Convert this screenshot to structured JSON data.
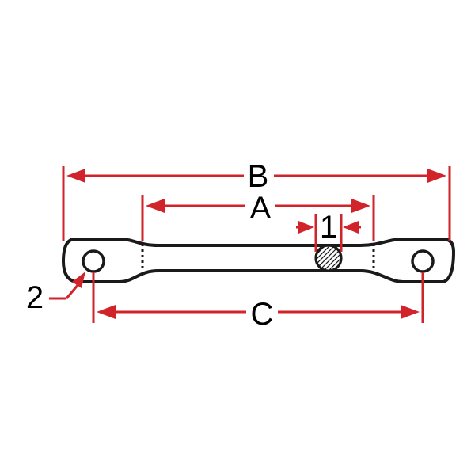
{
  "labels": {
    "b": "B",
    "a": "A",
    "one": "1",
    "c": "C",
    "two": "2"
  },
  "colors": {
    "dimension": "#d1232a",
    "outline": "#1a1a1a",
    "background": "#ffffff"
  }
}
